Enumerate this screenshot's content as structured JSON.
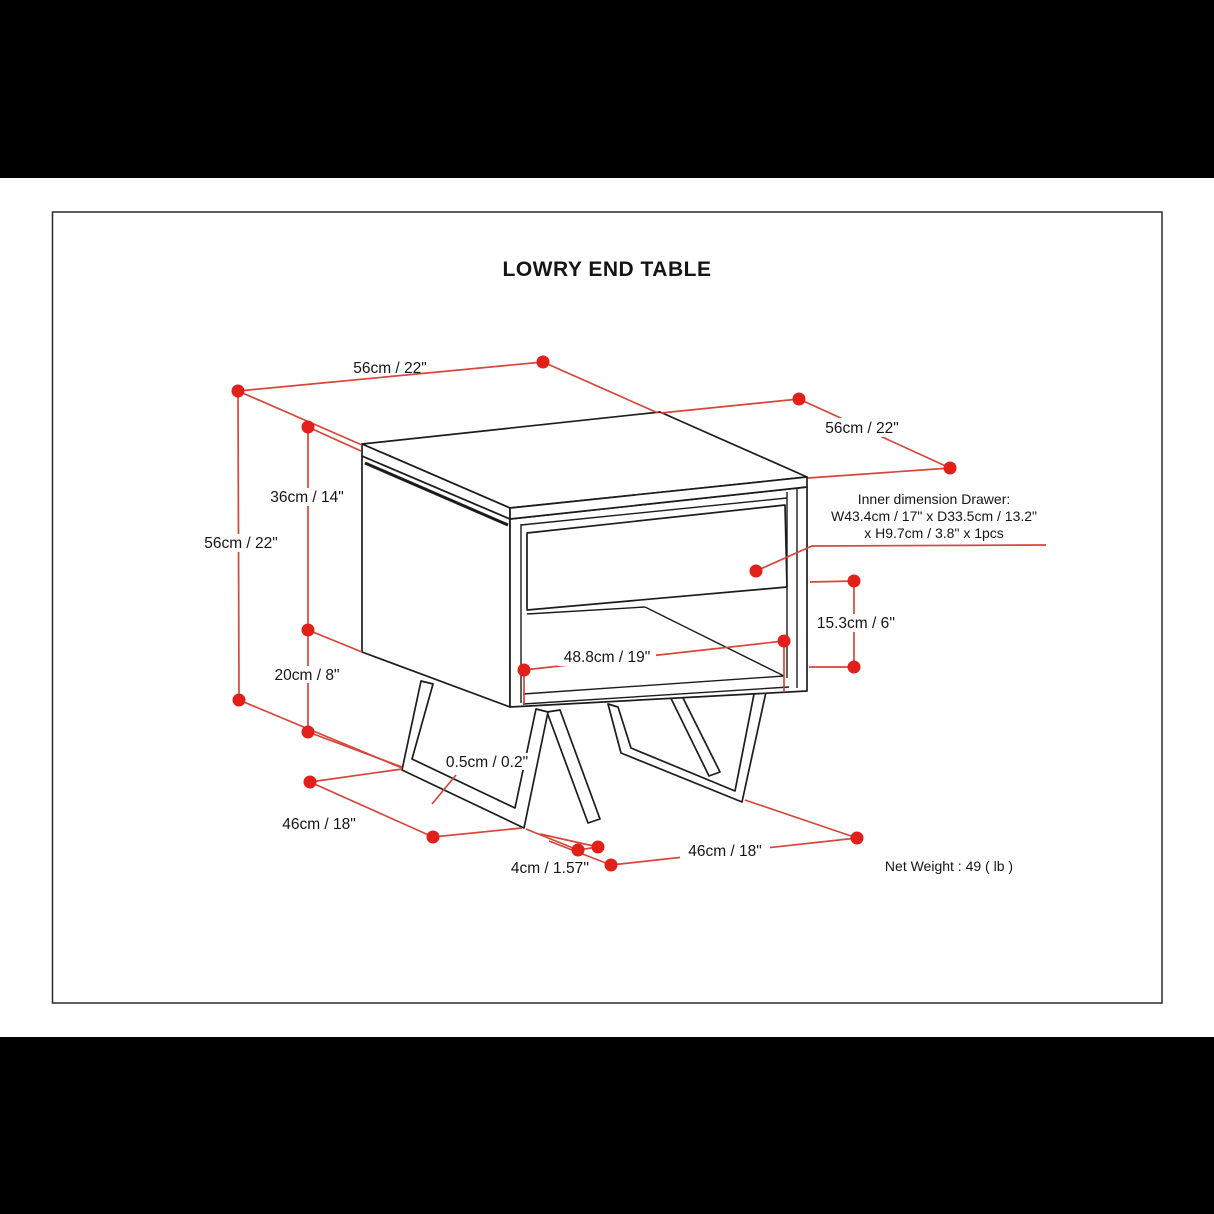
{
  "page": {
    "title": "LOWRY END TABLE",
    "net_weight": "Net Weight : 49 ( lb )"
  },
  "dimensions": {
    "top_width": "56cm / 22\"",
    "top_depth": "56cm / 22\"",
    "total_height": "56cm / 22\"",
    "body_height": "36cm / 14\"",
    "leg_height": "20cm / 8\"",
    "shelf_width": "48.8cm / 19\"",
    "shelf_opening_height": "15.3cm / 6''",
    "metal_thickness": "0.5cm / 0.2\"",
    "runner_length_left": "46cm / 18\"",
    "runner_length_bottom": "46cm / 18\"",
    "foot_width": "4cm / 1.57''"
  },
  "drawer_note": {
    "line1": "Inner dimension Drawer:",
    "line2": "W43.4cm / 17\" x D33.5cm / 13.2\"",
    "line3": "x H9.7cm / 3.8\" x 1pcs"
  },
  "colors": {
    "dimension_red": "#d8453a",
    "dot_red": "#e2201a",
    "ink": "#1c1c1c"
  }
}
